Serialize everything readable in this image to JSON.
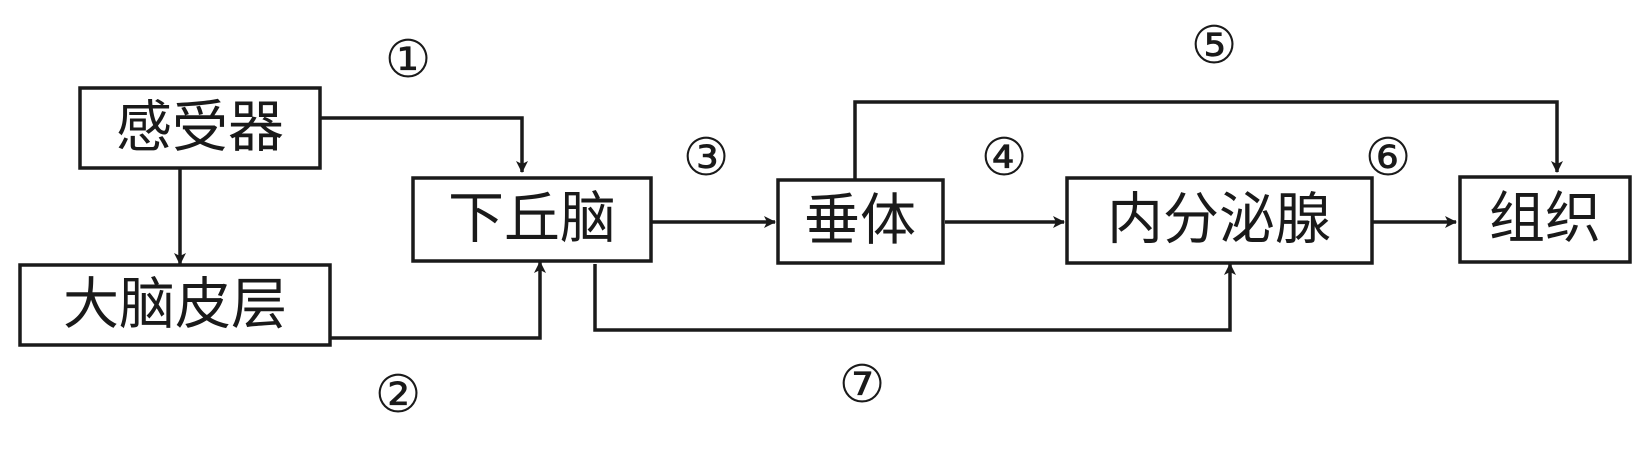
{
  "nodes": {
    "receptor": "感受器",
    "cortex": "大脑皮层",
    "hypothalamus": "下丘脑",
    "pituitary": "垂体",
    "endocrine": "内分泌腺",
    "tissue": "组织"
  },
  "pathways": {
    "p1": "①",
    "p2": "②",
    "p3": "③",
    "p4": "④",
    "p5": "⑤",
    "p6": "⑥",
    "p7": "⑦"
  }
}
